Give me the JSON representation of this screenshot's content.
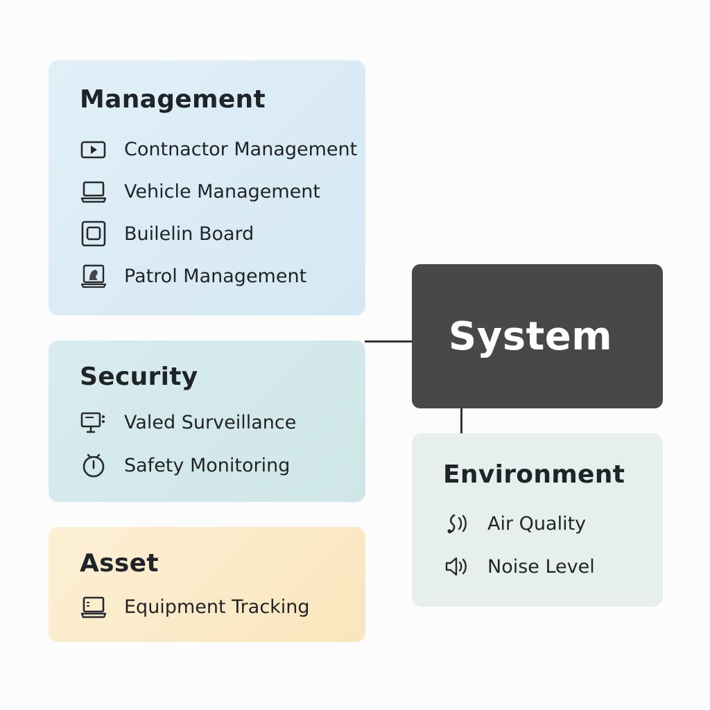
{
  "system": {
    "title": "System"
  },
  "management": {
    "title": "Management",
    "items": [
      {
        "label": "Contnactor Management",
        "icon": "video-icon"
      },
      {
        "label": "Vehicle Management",
        "icon": "laptop-icon"
      },
      {
        "label": "Builelin Board",
        "icon": "board-icon"
      },
      {
        "label": "Patrol Management",
        "icon": "patrol-icon"
      }
    ]
  },
  "security": {
    "title": "Security",
    "items": [
      {
        "label": "Valed Surveillance",
        "icon": "monitor-icon"
      },
      {
        "label": "Safety Monitoring",
        "icon": "timer-icon"
      }
    ]
  },
  "asset": {
    "title": "Asset",
    "items": [
      {
        "label": "Equipment Tracking",
        "icon": "laptop-icon"
      }
    ]
  },
  "environment": {
    "title": "Environment",
    "items": [
      {
        "label": "Air Quality",
        "icon": "air-wave-icon"
      },
      {
        "label": "Noise Level",
        "icon": "speaker-icon"
      }
    ]
  },
  "colors": {
    "system_bg": "#48484b",
    "management_bg": "#d9eaf5",
    "security_bg": "#d3e9eb",
    "asset_bg": "#fbe9c8",
    "environment_bg": "#e7efec"
  }
}
